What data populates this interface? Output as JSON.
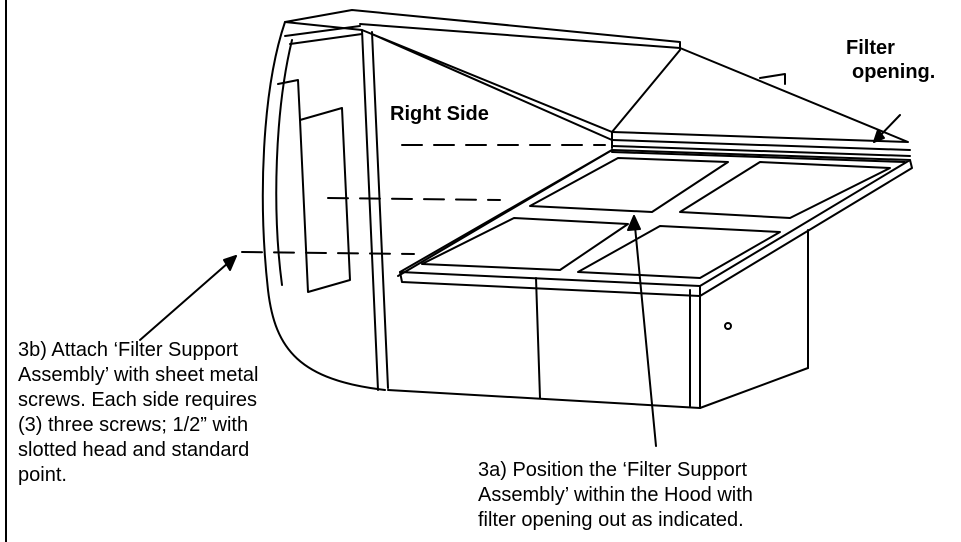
{
  "labels": {
    "filter_opening": [
      "Filter",
      "opening."
    ],
    "right_side": "Right Side",
    "step_3b": [
      "3b) Attach ‘Filter Support",
      "Assembly’ with sheet metal",
      "screws.  Each side requires",
      "(3) three screws; 1/2” with",
      "slotted head and standard",
      "point."
    ],
    "step_3a": [
      "3a) Position the ‘Filter Support",
      "Assembly’ within the Hood with",
      "filter opening out as indicated."
    ]
  },
  "colors": {
    "ink": "#000000",
    "paper": "#ffffff"
  }
}
